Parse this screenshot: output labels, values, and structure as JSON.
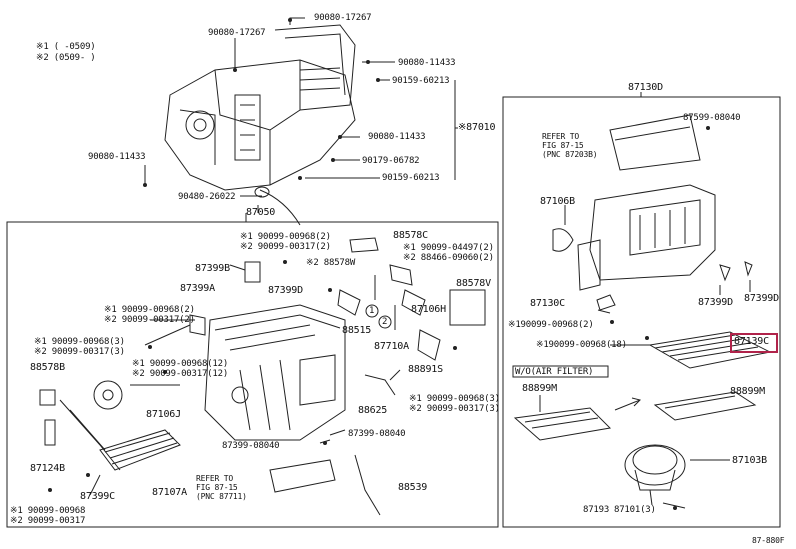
{
  "diagram": {
    "highlight_part": "87139C",
    "labels": {
      "note1": "※1 (      -0509)",
      "note2": "※2 (0509-      )",
      "p90080_17267_a": "90080-17267",
      "p90080_17267_b": "90080-17267",
      "p90080_11433_a": "90080-11433",
      "p90159_60213_a": "90159-60213",
      "p87010": "※87010",
      "p90080_11433_b": "90080-11433",
      "p90080_11433_c": "90080-11433",
      "p90179_06782": "90179-06782",
      "p90159_60213_b": "90159-60213",
      "p90480_26022": "90480-26022",
      "p87050": "87050",
      "p87130D": "87130D",
      "p87599_08040": "87599-08040",
      "ref_a1": "REFER TO",
      "ref_a2": "FIG 87-15",
      "ref_a3": "(PNC 87203B)",
      "p87106B": "87106B",
      "p87130C": "87130C",
      "p87399D_a": "87399D",
      "p87399D_b": "87399D",
      "r_r1": "※190099-00968(2)",
      "r_r2": "※190099-00968(18)",
      "p87139C": "87139C",
      "wo_air_filter": "W/O(AIR FILTER)",
      "p88899M_a": "88899M",
      "p88899M_b": "88899M",
      "p87103B": "87103B",
      "p87193": "87193",
      "p87101_3": "87101(3)",
      "l1": "※1 90099-00968(2)",
      "l2": "※2 90099-00317(2)",
      "p88578C": "88578C",
      "l3": "※1 90099-04497(2)",
      "l4": "※2 88466-09060(2)",
      "p87399B": "87399B",
      "p88578W": "※2 88578W",
      "p88578V": "88578V",
      "p87399A": "87399A",
      "p87399D_c": "87399D",
      "c1": "1",
      "c2": "2",
      "p87106H": "87106H",
      "l5": "※1 90099-00968(2)",
      "l6": "※2 90099-00317(2)",
      "p88515": "88515",
      "p87710A": "87710A",
      "l7": "※1 90099-00968(3)",
      "l8": "※2 90099-00317(3)",
      "l9": "※1 90099-00968(12)",
      "l10": "※2 90099-00317(12)",
      "p88578B": "88578B",
      "p88891S": "88891S",
      "p87106J": "87106J",
      "p88625": "88625",
      "l11": "※1 90099-00968(3)",
      "l12": "※2 90099-00317(3)",
      "p87399_08040_a": "87399-08040",
      "p87399_08040_b": "87399-08040",
      "p87124B": "87124B",
      "ref_b1": "REFER TO",
      "ref_b2": "FIG 87-15",
      "ref_b3": "(PNC 87711)",
      "p88539": "88539",
      "p87399C": "87399C",
      "p87107A": "87107A",
      "l13": "※1 90099-00968",
      "l14": "※2 90099-00317",
      "corner": "87-880F"
    }
  }
}
